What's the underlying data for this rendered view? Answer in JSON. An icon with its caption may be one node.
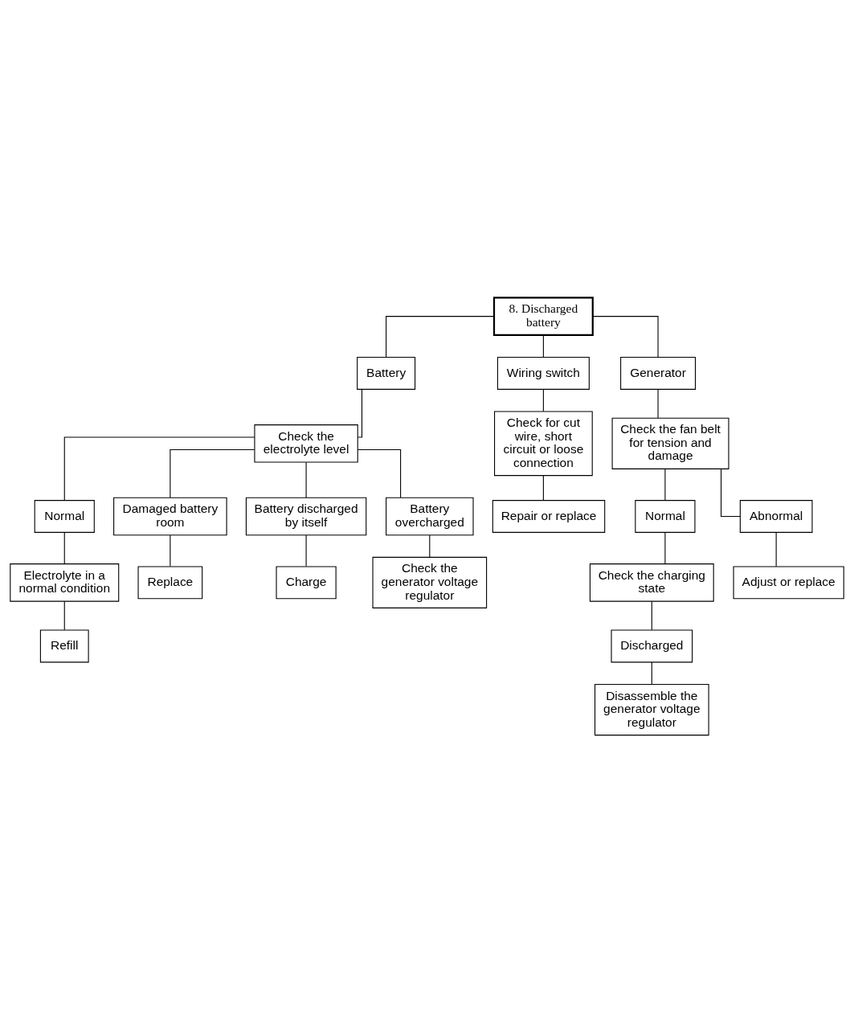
{
  "diagram": {
    "nodes": [
      {
        "text": [
          "8. Discharged battery"
        ]
      },
      {
        "text": [
          "Battery"
        ]
      },
      {
        "text": [
          "Wiring switch"
        ]
      },
      {
        "text": [
          "Generator"
        ]
      },
      {
        "text": [
          "Check the electrolyte level"
        ]
      },
      {
        "text": [
          "Check for cut wire, short circuit or loose connection"
        ]
      },
      {
        "text": [
          "Repair or replace"
        ]
      },
      {
        "text": [
          "Check the fan belt for tension and damage"
        ]
      },
      {
        "text": [
          "Normal"
        ]
      },
      {
        "text": [
          "Damaged battery room"
        ]
      },
      {
        "text": [
          "Battery discharged by itself"
        ]
      },
      {
        "text": [
          "Battery overcharged"
        ]
      },
      {
        "text": [
          "Electrolyte in a normal condition"
        ]
      },
      {
        "text": [
          "Replace"
        ]
      },
      {
        "text": [
          "Charge"
        ]
      },
      {
        "text": [
          "Check the generator voltage regulator"
        ]
      },
      {
        "text": [
          "Refill"
        ]
      },
      {
        "text": [
          "Normal"
        ]
      },
      {
        "text": [
          "Abnormal"
        ]
      },
      {
        "text": [
          "Check the charging state"
        ]
      },
      {
        "text": [
          "Adjust or replace"
        ]
      },
      {
        "text": [
          "Discharged"
        ]
      },
      {
        "text": [
          "Disassemble the generator voltage regulator"
        ]
      }
    ],
    "edges": [
      {
        "from": 0,
        "to": 1,
        "arrow": "none"
      },
      {
        "from": 0,
        "to": 2,
        "arrow": "none"
      },
      {
        "from": 0,
        "to": 3,
        "arrow": "none"
      },
      {
        "from": 1,
        "to": 4,
        "arrow": "none"
      },
      {
        "from": 2,
        "to": 5,
        "arrow": "none"
      },
      {
        "from": 5,
        "to": 6,
        "arrow": "none"
      },
      {
        "from": 3,
        "to": 7,
        "arrow": "none"
      },
      {
        "from": 4,
        "to": 8,
        "arrow": "none"
      },
      {
        "from": 4,
        "to": 9,
        "arrow": "none"
      },
      {
        "from": 4,
        "to": 10,
        "arrow": "none"
      },
      {
        "from": 4,
        "to": 11,
        "arrow": "none"
      },
      {
        "from": 8,
        "to": 12,
        "arrow": "none"
      },
      {
        "from": 12,
        "to": 16,
        "arrow": "none"
      },
      {
        "from": 9,
        "to": 13,
        "arrow": "none"
      },
      {
        "from": 10,
        "to": 14,
        "arrow": "none"
      },
      {
        "from": 11,
        "to": 15,
        "arrow": "none"
      },
      {
        "from": 7,
        "to": 17,
        "arrow": "none"
      },
      {
        "from": 7,
        "to": 18,
        "arrow": "none"
      },
      {
        "from": 17,
        "to": 19,
        "arrow": "none"
      },
      {
        "from": 18,
        "to": 20,
        "arrow": "none"
      },
      {
        "from": 19,
        "to": 21,
        "arrow": "none"
      },
      {
        "from": 21,
        "to": 22,
        "arrow": "none"
      }
    ]
  }
}
